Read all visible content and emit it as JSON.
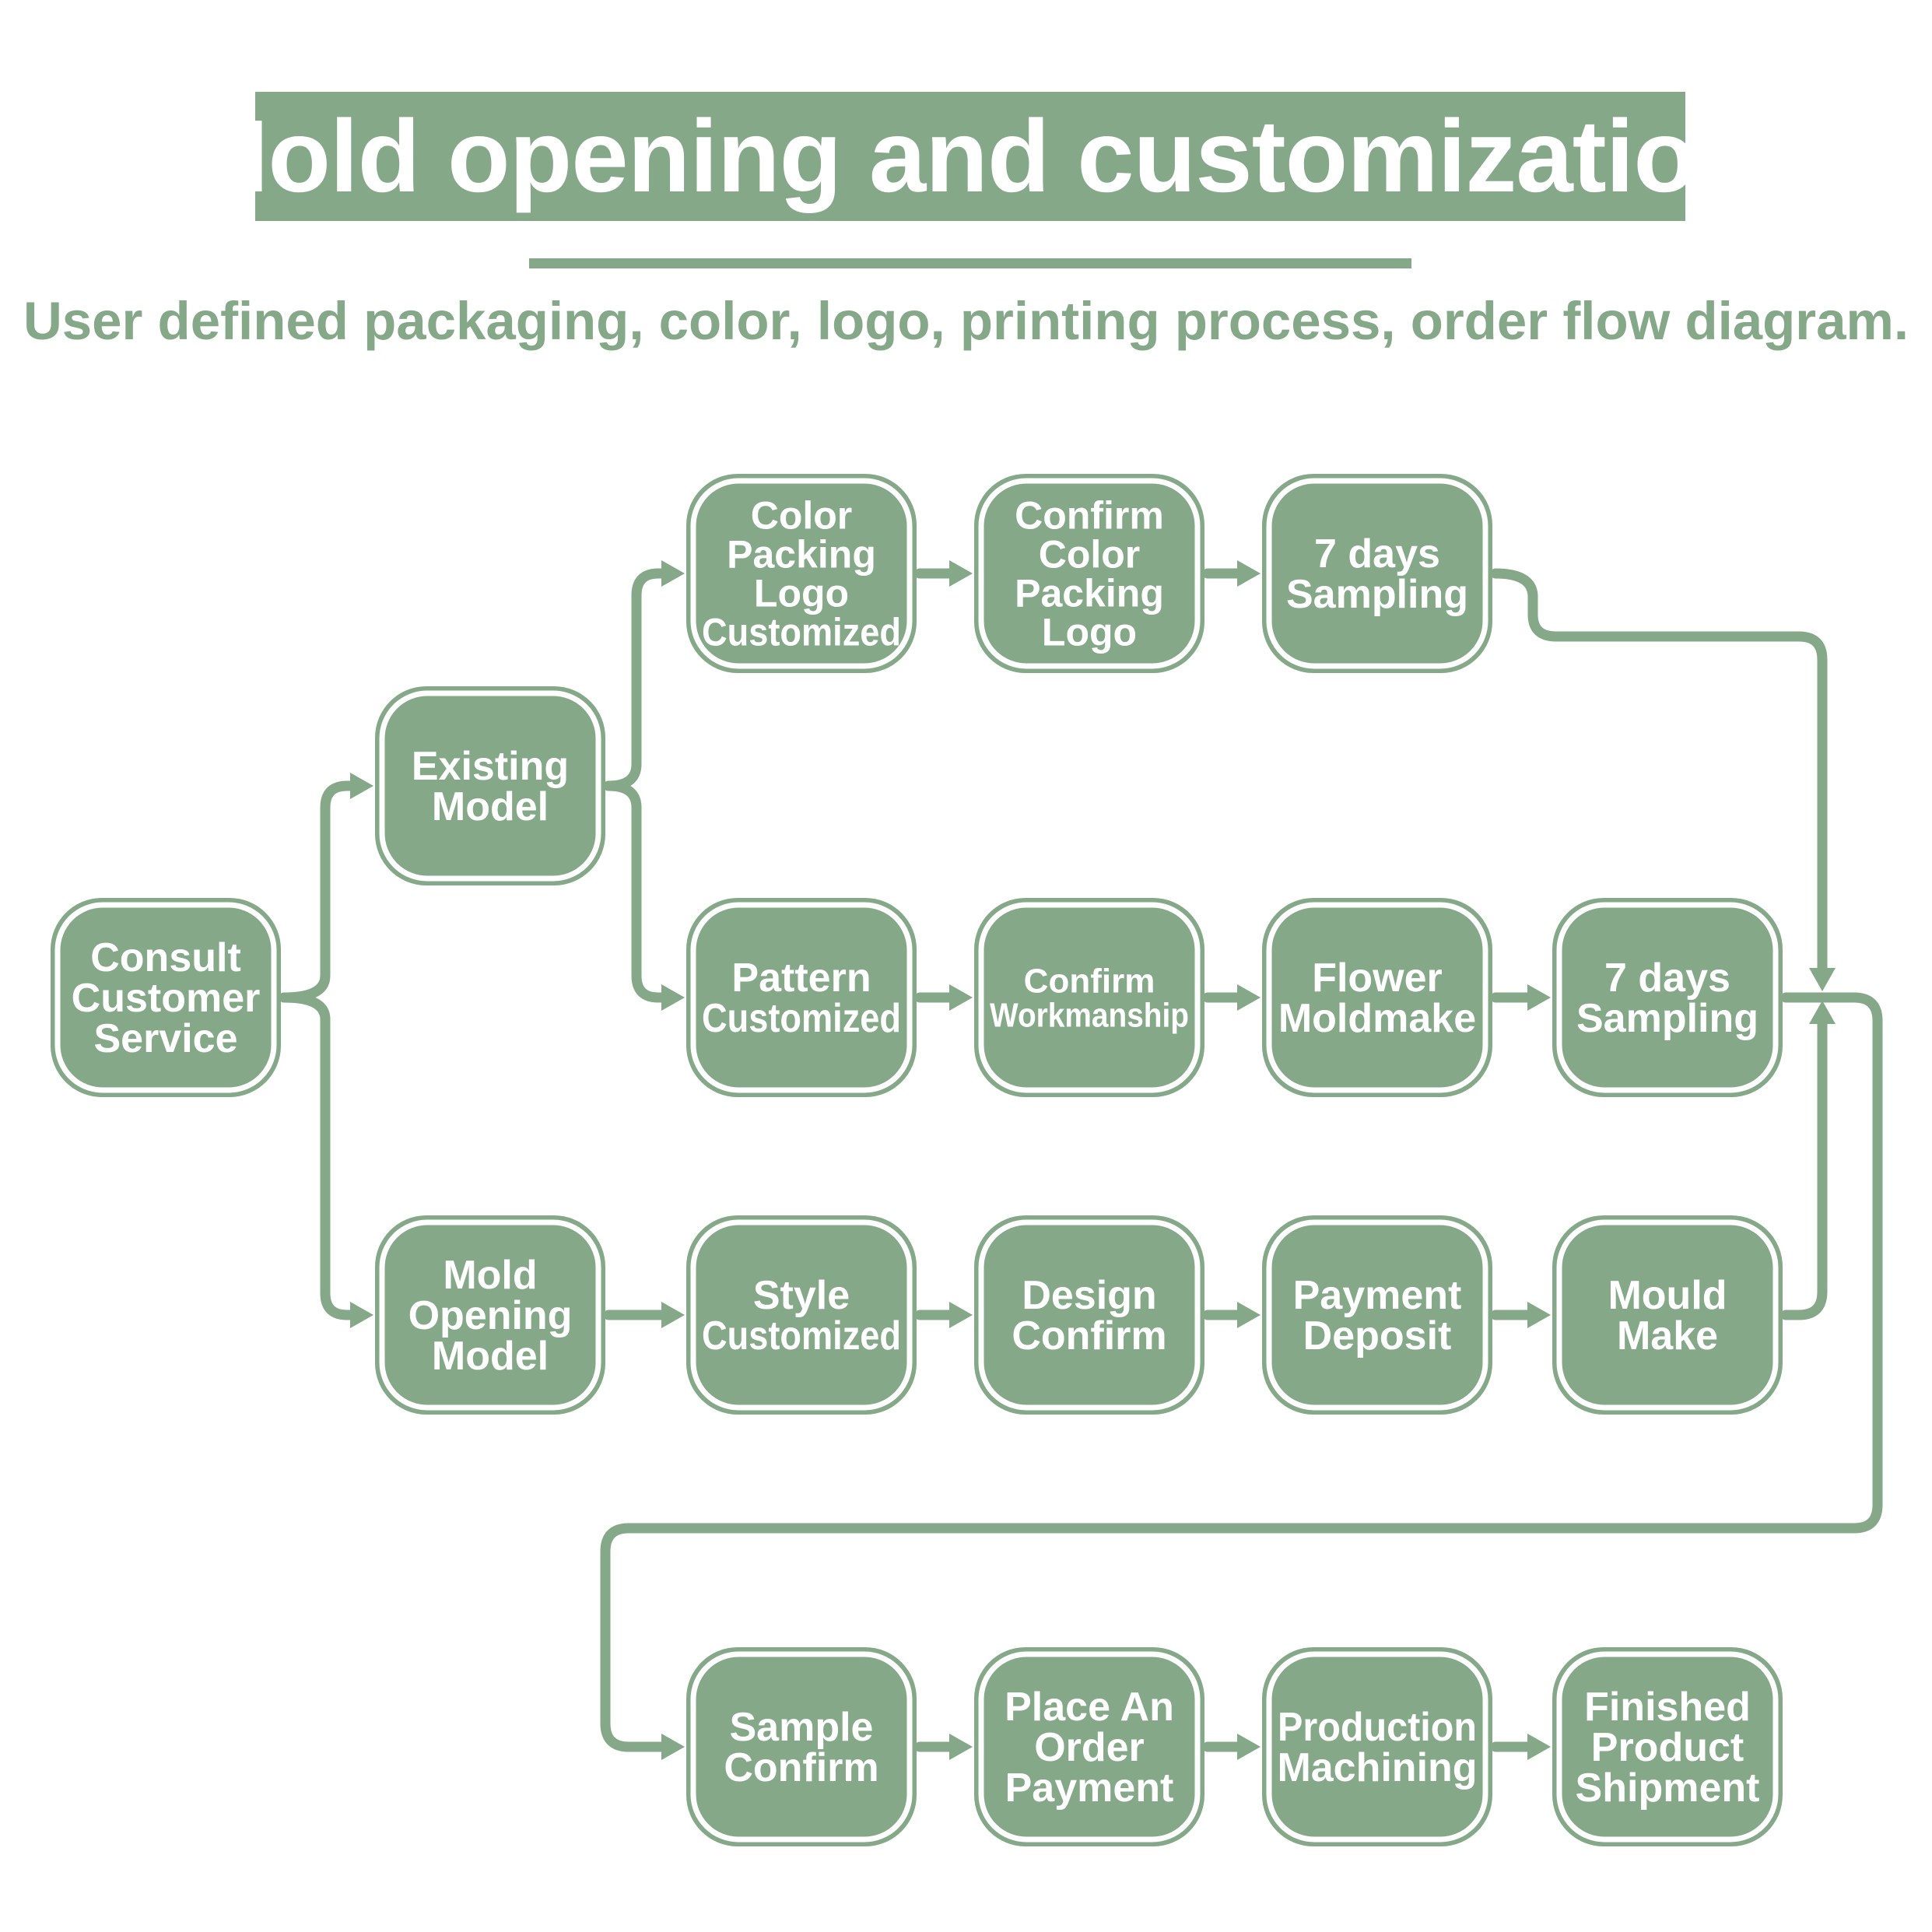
{
  "header": {
    "title": "Mold opening and customization",
    "subtitle": "User defined packaging, color, logo, printing process, order flow diagram."
  },
  "colors": {
    "accent": "#84a888",
    "text_on_accent": "#ffffff",
    "background": "#ffffff"
  },
  "nodes": [
    {
      "id": "consult-customer-service",
      "lines": [
        "Consult",
        "Customer",
        "Service"
      ]
    },
    {
      "id": "existing-model",
      "lines": [
        "Existing",
        "Model"
      ]
    },
    {
      "id": "mold-opening-model",
      "lines": [
        "Mold",
        "Opening",
        "Model"
      ]
    },
    {
      "id": "color-packing-logo-customized",
      "lines": [
        "Color",
        "Packing",
        "Logo",
        "Customized"
      ]
    },
    {
      "id": "confirm-color-packing-logo",
      "lines": [
        "Confirm",
        "Color",
        "Packing",
        "Logo"
      ]
    },
    {
      "id": "7-days-sampling-top",
      "lines": [
        "7 days",
        "Sampling"
      ]
    },
    {
      "id": "pattern-customized",
      "lines": [
        "Pattern",
        "Customized"
      ]
    },
    {
      "id": "confirm-workmanship",
      "lines": [
        "Confirm",
        "Workmanship"
      ]
    },
    {
      "id": "flower-moldmake",
      "lines": [
        "Flower",
        "Moldmake"
      ]
    },
    {
      "id": "7-days-sampling-middle",
      "lines": [
        "7 days",
        "Sampling"
      ]
    },
    {
      "id": "style-customized",
      "lines": [
        "Style",
        "Customized"
      ]
    },
    {
      "id": "design-confirm",
      "lines": [
        "Design",
        "Confirm"
      ]
    },
    {
      "id": "payment-deposit",
      "lines": [
        "Payment",
        "Deposit"
      ]
    },
    {
      "id": "mould-make",
      "lines": [
        "Mould",
        "Make"
      ]
    },
    {
      "id": "sample-confirm",
      "lines": [
        "Sample",
        "Confirm"
      ]
    },
    {
      "id": "place-an-order-payment",
      "lines": [
        "Place An",
        "Order",
        "Payment"
      ]
    },
    {
      "id": "production-machining",
      "lines": [
        "Production",
        "Machining"
      ]
    },
    {
      "id": "finished-product-shipment",
      "lines": [
        "Finished",
        "Product",
        "Shipment"
      ]
    }
  ],
  "edges": [
    [
      "consult-customer-service",
      "existing-model"
    ],
    [
      "consult-customer-service",
      "mold-opening-model"
    ],
    [
      "existing-model",
      "color-packing-logo-customized"
    ],
    [
      "existing-model",
      "pattern-customized"
    ],
    [
      "color-packing-logo-customized",
      "confirm-color-packing-logo"
    ],
    [
      "confirm-color-packing-logo",
      "7-days-sampling-top"
    ],
    [
      "7-days-sampling-top",
      "sample-confirm"
    ],
    [
      "pattern-customized",
      "confirm-workmanship"
    ],
    [
      "confirm-workmanship",
      "flower-moldmake"
    ],
    [
      "flower-moldmake",
      "7-days-sampling-middle"
    ],
    [
      "7-days-sampling-middle",
      "sample-confirm"
    ],
    [
      "mold-opening-model",
      "style-customized"
    ],
    [
      "style-customized",
      "design-confirm"
    ],
    [
      "design-confirm",
      "payment-deposit"
    ],
    [
      "payment-deposit",
      "mould-make"
    ],
    [
      "mould-make",
      "sample-confirm"
    ],
    [
      "sample-confirm",
      "place-an-order-payment"
    ],
    [
      "place-an-order-payment",
      "production-machining"
    ],
    [
      "production-machining",
      "finished-product-shipment"
    ]
  ]
}
